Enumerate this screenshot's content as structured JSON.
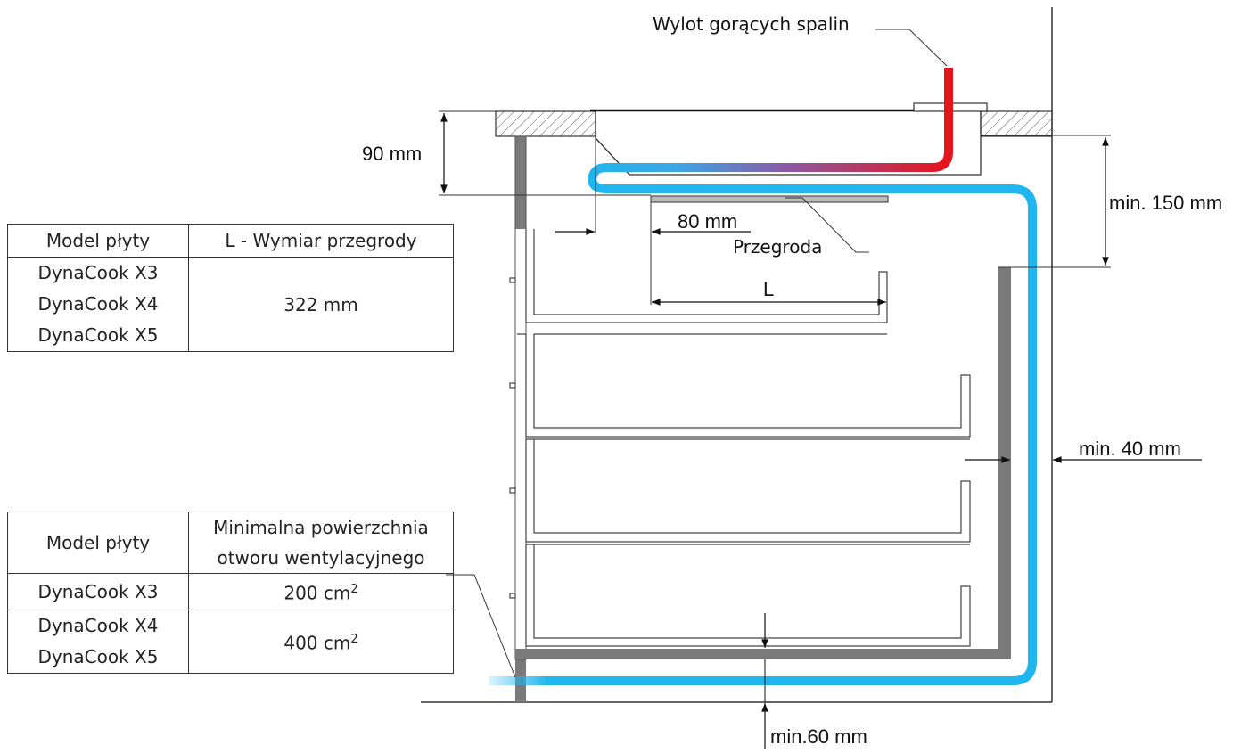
{
  "labels": {
    "exhaust_outlet": "Wylot gorących spalin",
    "partition": "Przegroda",
    "length_symbol": "L"
  },
  "dimensions": {
    "worktop_height": "90 mm",
    "partition_offset": "80 mm",
    "min_top_gap": "min. 150 mm",
    "min_side_gap": "min. 40 mm",
    "min_bottom_gap": "min.60 mm"
  },
  "partition_table": {
    "headers": [
      "Model płyty",
      "L - Wymiar przegrody"
    ],
    "models": [
      "DynaCook X3",
      "DynaCook X4",
      "DynaCook X5"
    ],
    "value": "322 mm"
  },
  "vent_table": {
    "headers": [
      "Model płyty",
      "Minimalna powierzchnia",
      "otworu wentylacyjnego"
    ],
    "rows": [
      {
        "models": [
          "DynaCook X3"
        ],
        "value": "200 cm",
        "unit_exp": "2"
      },
      {
        "models": [
          "DynaCook X4",
          "DynaCook X5"
        ],
        "value": "400 cm",
        "unit_exp": "2"
      }
    ]
  },
  "colors": {
    "hot_air": "#e8141c",
    "cool_air": "#1fb5ee",
    "wall_gray": "#7a7a7a",
    "line": "#222222"
  }
}
